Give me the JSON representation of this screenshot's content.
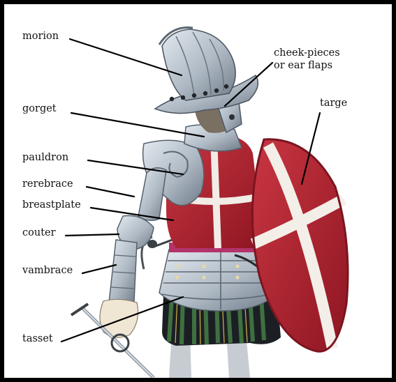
{
  "labels": {
    "morion": "morion",
    "cheek_line1": "cheek-pieces",
    "cheek_line2": "or ear flaps",
    "gorget": "gorget",
    "targe": "targe",
    "pauldron": "pauldron",
    "rerebrace": "rerebrace",
    "breastplate": "breastplate",
    "couter": "couter",
    "vambrace": "vambrace",
    "tasset": "tasset"
  },
  "colors": {
    "frame": "#000000",
    "steel": "#b9c3cd",
    "steel_dark": "#6d7883",
    "crimson": "#b0232d",
    "cross": "#f4eee8",
    "hose_green": "#2f4d2f",
    "hose_dark": "#1b1f24"
  }
}
